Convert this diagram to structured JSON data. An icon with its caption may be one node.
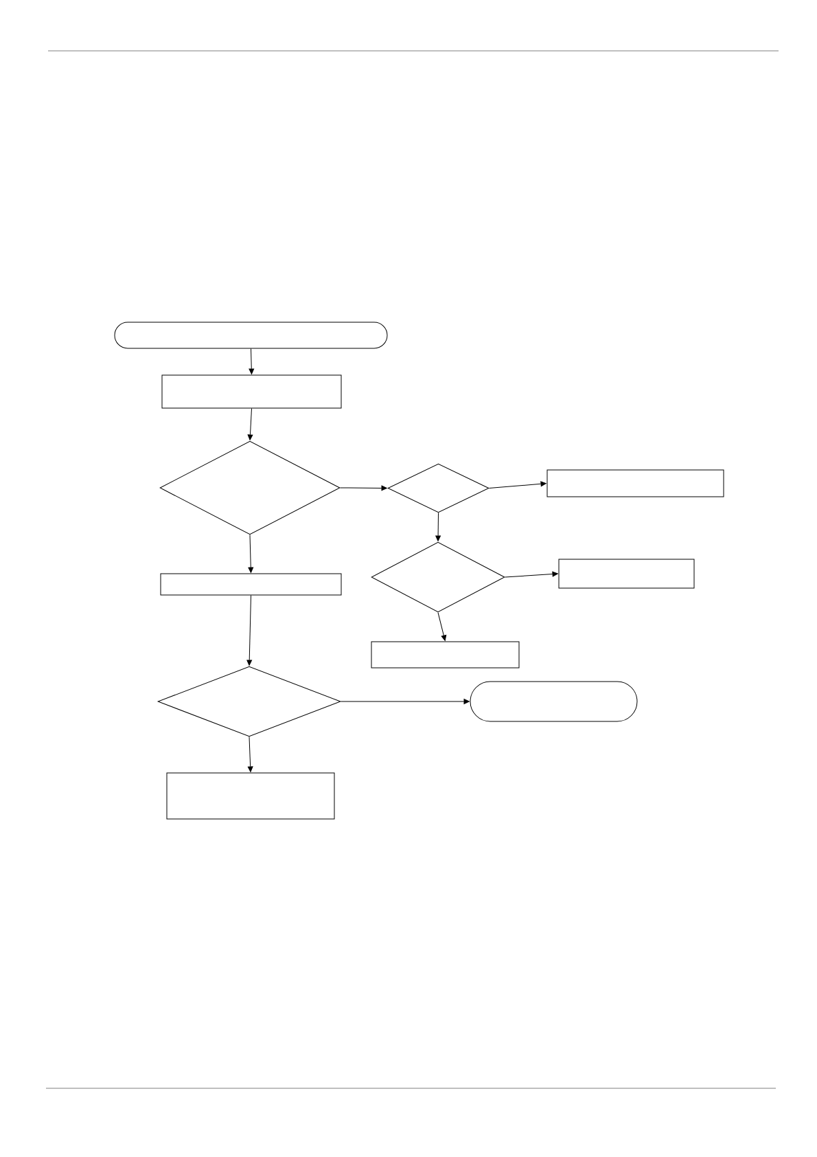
{
  "diagram": {
    "nodes": [
      {
        "text": [],
        "shape": "pill"
      },
      {
        "text": [],
        "shape": "box"
      },
      {
        "text": [],
        "shape": "diamond"
      },
      {
        "text": [],
        "shape": "diamond"
      },
      {
        "text": [],
        "shape": "box"
      },
      {
        "text": [],
        "shape": "box"
      },
      {
        "text": [],
        "shape": "diamond"
      },
      {
        "text": [],
        "shape": "box"
      },
      {
        "text": [],
        "shape": "box"
      },
      {
        "text": [],
        "shape": "diamond"
      },
      {
        "text": [],
        "shape": "pill"
      },
      {
        "text": [],
        "shape": "box"
      }
    ],
    "edges": [
      {
        "from": 0,
        "to": 1,
        "arrow": "to"
      },
      {
        "from": 1,
        "to": 2,
        "arrow": "to"
      },
      {
        "from": 2,
        "to": 3,
        "arrow": "to"
      },
      {
        "from": 3,
        "to": 4,
        "arrow": "to"
      },
      {
        "from": 3,
        "to": 6,
        "arrow": "to"
      },
      {
        "from": 2,
        "to": 5,
        "arrow": "to"
      },
      {
        "from": 6,
        "to": 7,
        "arrow": "to"
      },
      {
        "from": 6,
        "to": 8,
        "arrow": "to"
      },
      {
        "from": 5,
        "to": 9,
        "arrow": "to"
      },
      {
        "from": 9,
        "to": 10,
        "arrow": "to"
      },
      {
        "from": 9,
        "to": 11,
        "arrow": "to"
      }
    ]
  }
}
